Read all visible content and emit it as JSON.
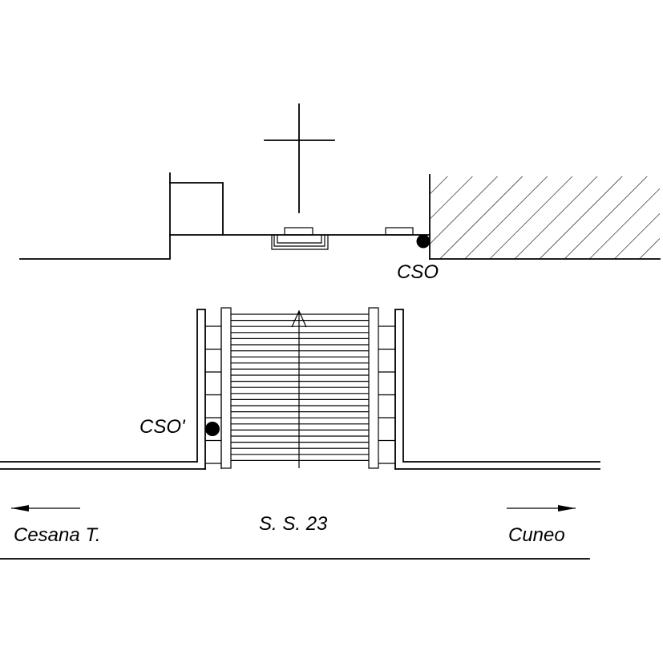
{
  "labels": {
    "cso": "CSO",
    "cso_prime": "CSO'",
    "road": "S. S. 23",
    "left_direction": "Cesana T.",
    "right_direction": "Cuneo"
  },
  "colors": {
    "stroke": "#000000",
    "background": "#ffffff",
    "marker": "#000000"
  }
}
